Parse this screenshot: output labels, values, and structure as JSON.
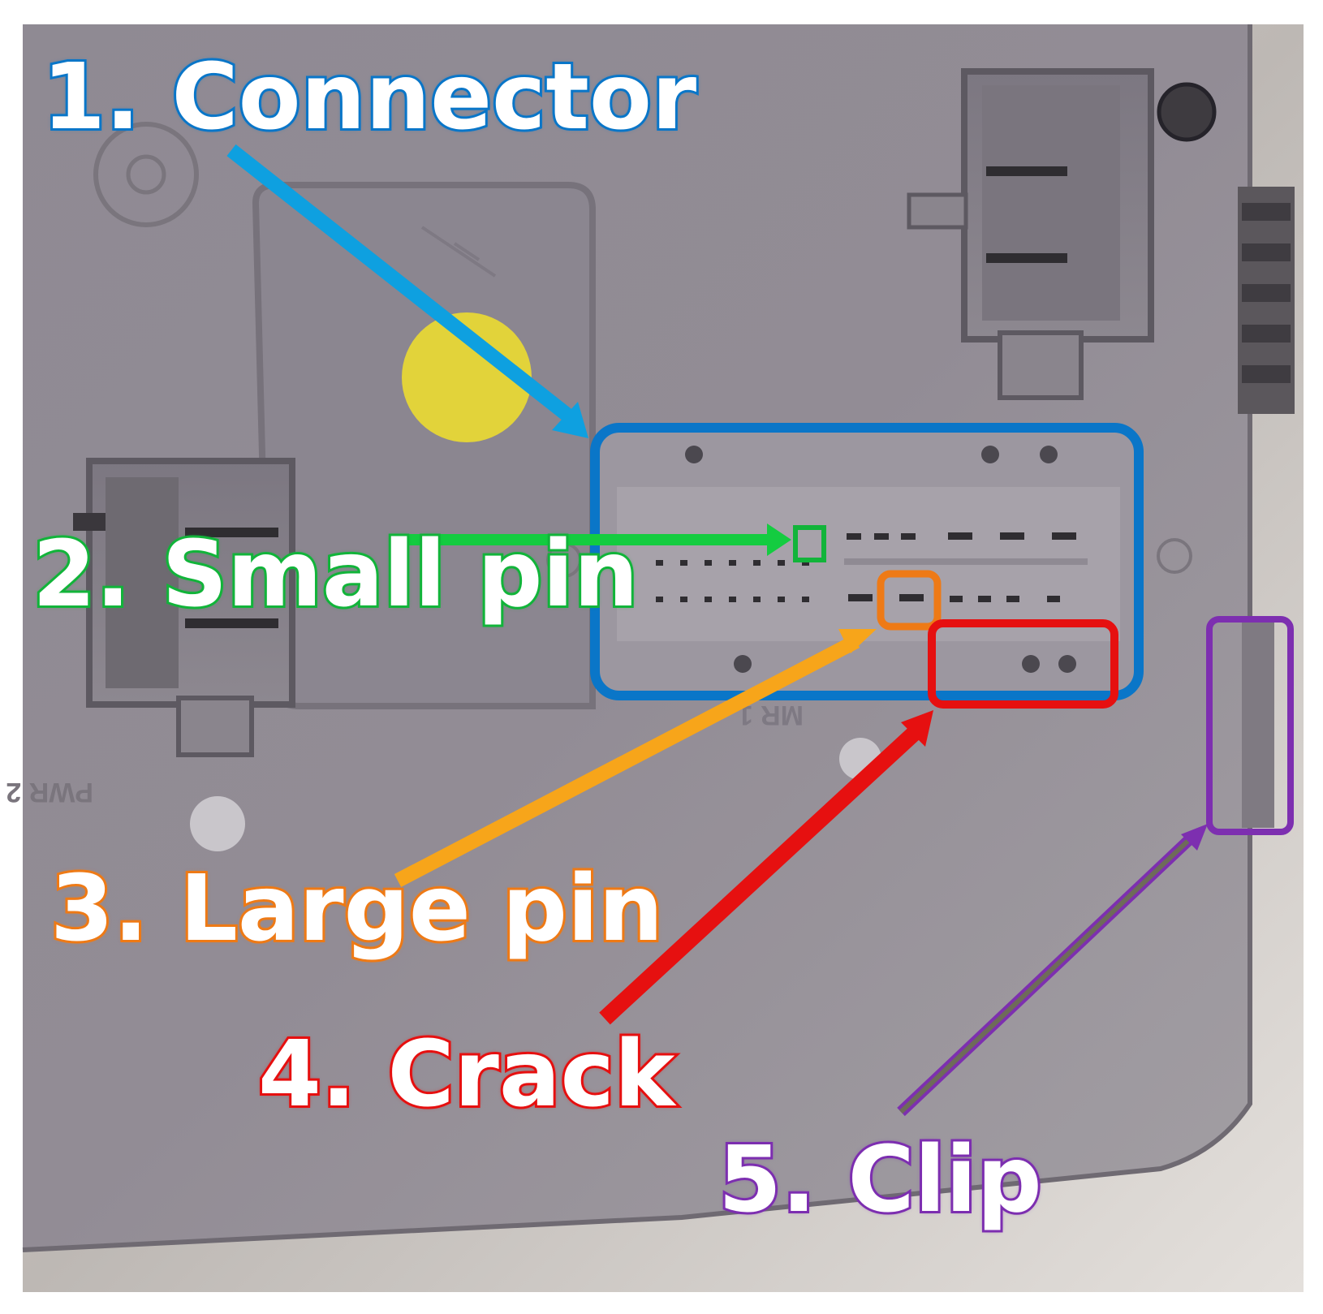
{
  "annotations": [
    {
      "number": "1.",
      "label": "1. Connector",
      "color": "#0a76c8"
    },
    {
      "number": "2.",
      "label": "2. Small pin",
      "color": "#12b43a"
    },
    {
      "number": "3.",
      "label": "3. Large pin",
      "color": "#ee7a16"
    },
    {
      "number": "4.",
      "label": "4. Crack",
      "color": "#e61010"
    },
    {
      "number": "5.",
      "label": "5. Clip",
      "color": "#7d2fb0"
    }
  ],
  "part_markings": {
    "left_connector": "PWR 2",
    "center_connector": "MR 1"
  },
  "colors": {
    "housing": "#8e8891",
    "background_foil": "#c9c4c0",
    "yellow_dot": "#e2d33a"
  }
}
